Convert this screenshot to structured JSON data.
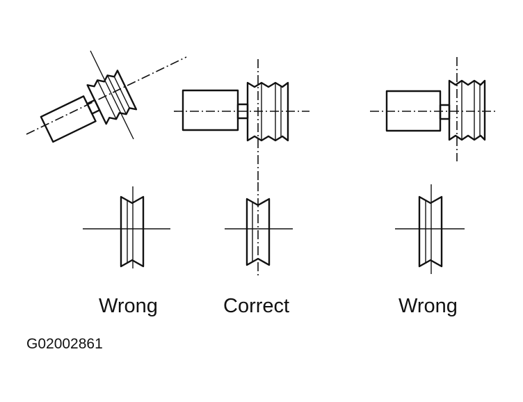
{
  "captions": {
    "left": "Wrong",
    "center": "Correct",
    "right": "Wrong"
  },
  "figure_id": "G02002861",
  "colors": {
    "ink": "#111111",
    "background": "#ffffff"
  }
}
